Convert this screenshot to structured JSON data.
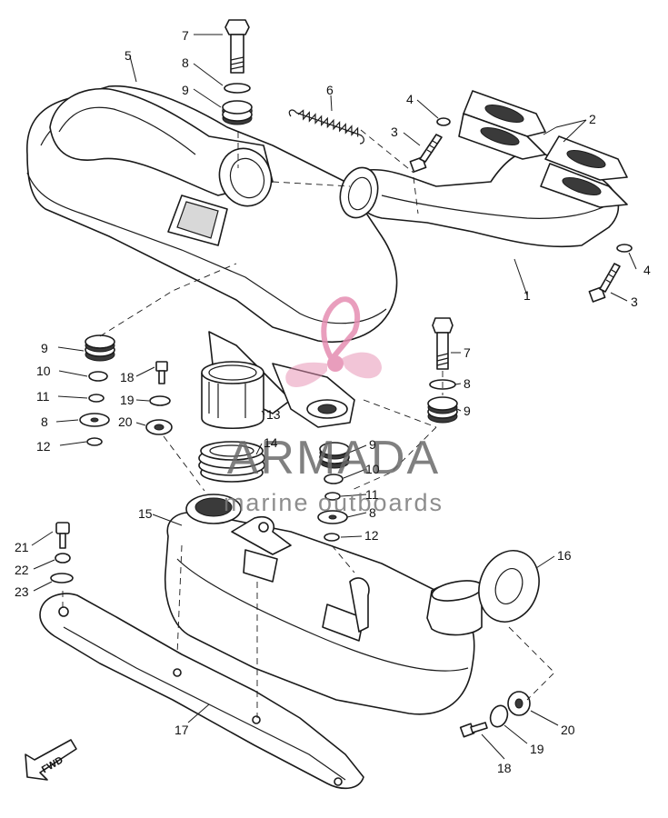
{
  "watermark": {
    "brand": "ARMADA",
    "tagline": "marine outboards",
    "brand_color": "#606060",
    "logo_color": "#e58db1"
  },
  "callouts": {
    "c1": "1",
    "c2": "2",
    "c3a": "3",
    "c3b": "3",
    "c4a": "4",
    "c4b": "4",
    "c5": "5",
    "c6": "6",
    "c7a": "7",
    "c7b": "7",
    "c8a": "8",
    "c8b": "8",
    "c8c": "8",
    "c8d": "8",
    "c9a": "9",
    "c9b": "9",
    "c9c": "9",
    "c9d": "9",
    "c10a": "10",
    "c10b": "10",
    "c11a": "11",
    "c11b": "11",
    "c12a": "12",
    "c12b": "12",
    "c13": "13",
    "c14": "14",
    "c15": "15",
    "c16": "16",
    "c17": "17",
    "c18a": "18",
    "c18b": "18",
    "c19a": "19",
    "c19b": "19",
    "c20a": "20",
    "c20b": "20",
    "c21": "21",
    "c22": "22",
    "c23": "23"
  },
  "direction_marker": "FWD"
}
